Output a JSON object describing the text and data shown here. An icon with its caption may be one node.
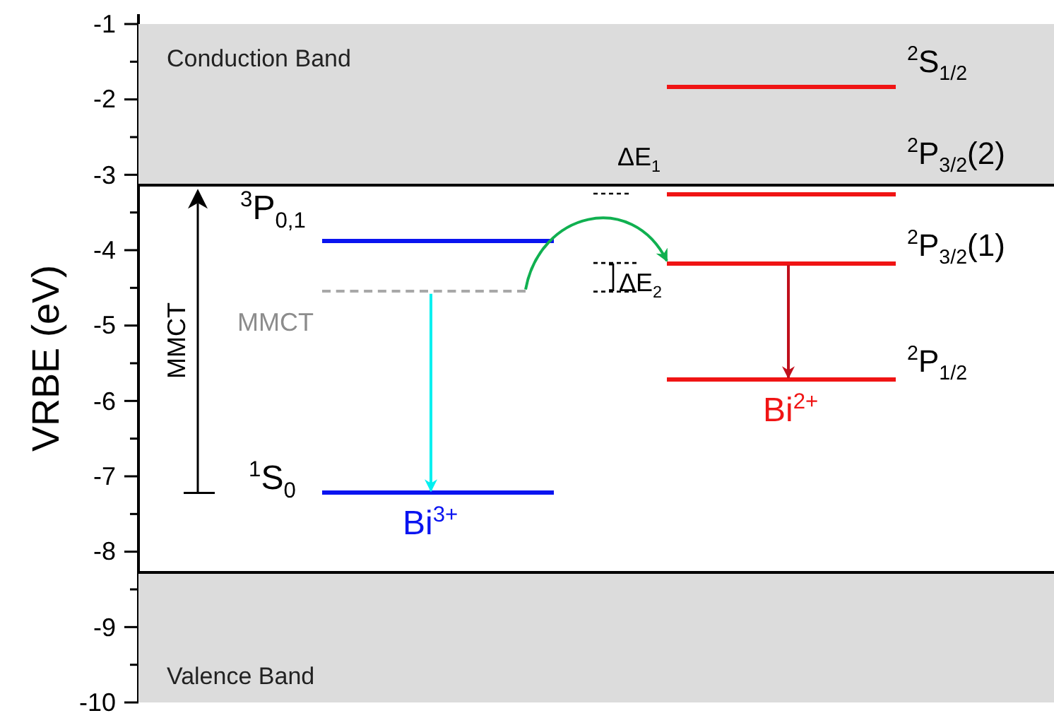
{
  "diagram": {
    "nodes": [
      {
        "text": [
          "Conduction Band"
        ]
      },
      {
        "text": [
          "Valence Band"
        ]
      },
      {
        "text": [],
        "shape": "bar",
        "beside": [
          "$^{3}$P$_{0,1}$"
        ]
      },
      {
        "text": [],
        "shape": "bar",
        "beside": [
          "MMCT"
        ]
      },
      {
        "text": [],
        "shape": "bar",
        "beside": [
          "$^{1}$S$_{0}$",
          "Bi$^{3+}$"
        ]
      },
      {
        "text": [],
        "shape": "bar",
        "beside": [
          "$^{2}$S$_{1/2}$"
        ],
        "in": 0
      },
      {
        "text": [],
        "shape": "bar"
      },
      {
        "text": [],
        "shape": "bar",
        "beside": [
          "$^{2}$P$_{3/2}$(1)"
        ]
      },
      {
        "text": [],
        "shape": "bar",
        "beside": [
          "$^{2}$P$_{1/2}$",
          "Bi$^{2+}$"
        ]
      }
    ],
    "edges": [
      {
        "from": 3,
        "to": 4,
        "arrow": "to",
        "color": "#00f0f0"
      },
      {
        "from": 3,
        "to": 7,
        "arrow": "to",
        "color": "#10b050"
      },
      {
        "from": 7,
        "to": 8,
        "arrow": "to",
        "color": "#c0101c"
      }
    ],
    "labels": [
      "-1",
      "-2",
      "-3",
      "-4",
      "-5",
      "-6",
      "-7",
      "-8",
      "-9",
      "-10",
      "VRBE (eV)",
      "MMCT",
      "ΔE$_{1}$",
      "ΔE$_{2}$",
      "$^{2}$P$_{3/2}$(2)"
    ]
  }
}
